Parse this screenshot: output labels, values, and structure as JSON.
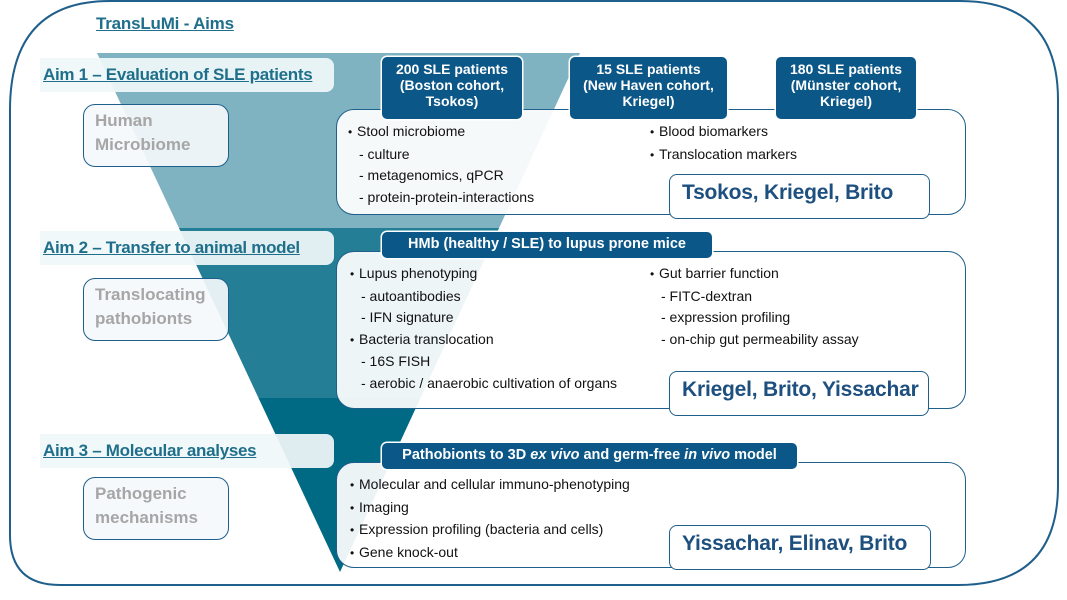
{
  "title": "TransLuMi - Aims",
  "colors": {
    "frame": "#1f5f8b",
    "funnel_band_1": "#7fb3c2",
    "funnel_band_2": "#237e96",
    "funnel_band_3": "#006a85",
    "tag_fill": "#0b5788",
    "aim_label": "#1f6f8b",
    "names_text": "#1d4f7f",
    "theme_text": "#a6a6a6"
  },
  "aims": [
    {
      "label": "Aim 1 – Evaluation of SLE patients",
      "theme": [
        "Human",
        "Microbiome"
      ],
      "tags": [
        [
          "200 SLE patients",
          "(Boston cohort,",
          "Tsokos)"
        ],
        [
          "15 SLE patients",
          "(New Haven cohort,",
          "Kriegel)"
        ],
        [
          "180 SLE patients",
          "(Münster cohort,",
          "Kriegel)"
        ]
      ],
      "left_bullets": [
        {
          "type": "bullet",
          "text": "Stool microbiome"
        },
        {
          "type": "sub",
          "text": "- culture"
        },
        {
          "type": "sub",
          "text": "- metagenomics, qPCR"
        },
        {
          "type": "sub",
          "text": "- protein-protein-interactions"
        }
      ],
      "right_bullets": [
        {
          "type": "bullet",
          "text": "Blood biomarkers"
        },
        {
          "type": "bullet",
          "text": "Translocation markers"
        }
      ],
      "names": "Tsokos, Kriegel, Brito"
    },
    {
      "label": "Aim 2 – Transfer to animal model",
      "theme": [
        "Translocating",
        "pathobionts"
      ],
      "tag": "HMb (healthy / SLE) to lupus prone mice",
      "left_bullets": [
        {
          "type": "bullet",
          "text": "Lupus phenotyping"
        },
        {
          "type": "sub",
          "text": "- autoantibodies"
        },
        {
          "type": "sub",
          "text": "- IFN signature"
        },
        {
          "type": "bullet",
          "text": "Bacteria translocation"
        },
        {
          "type": "sub",
          "text": "- 16S FISH"
        },
        {
          "type": "sub",
          "text": "- aerobic / anaerobic cultivation of organs"
        }
      ],
      "right_bullets": [
        {
          "type": "bullet",
          "text": "Gut barrier function"
        },
        {
          "type": "sub",
          "text": "- FITC-dextran"
        },
        {
          "type": "sub",
          "text": "- expression profiling"
        },
        {
          "type": "sub",
          "text": "- on-chip gut permeability assay"
        }
      ],
      "names": "Kriegel, Brito, Yissachar"
    },
    {
      "label": "Aim 3 – Molecular analyses",
      "theme": [
        "Pathogenic",
        "mechanisms"
      ],
      "tag_parts": [
        {
          "text": "Pathobionts to 3D ",
          "italic": false
        },
        {
          "text": "ex vivo",
          "italic": true
        },
        {
          "text": " and germ-free ",
          "italic": false
        },
        {
          "text": "in vivo",
          "italic": true
        },
        {
          "text": " model",
          "italic": false
        }
      ],
      "left_bullets": [
        {
          "type": "bullet",
          "text": "Molecular and cellular immuno-phenotyping"
        },
        {
          "type": "bullet",
          "text": "Imaging"
        },
        {
          "type": "bullet",
          "text": "Expression profiling (bacteria and cells)"
        },
        {
          "type": "bullet",
          "text": "Gene knock-out"
        }
      ],
      "names": "Yissachar, Elinav, Brito"
    }
  ]
}
